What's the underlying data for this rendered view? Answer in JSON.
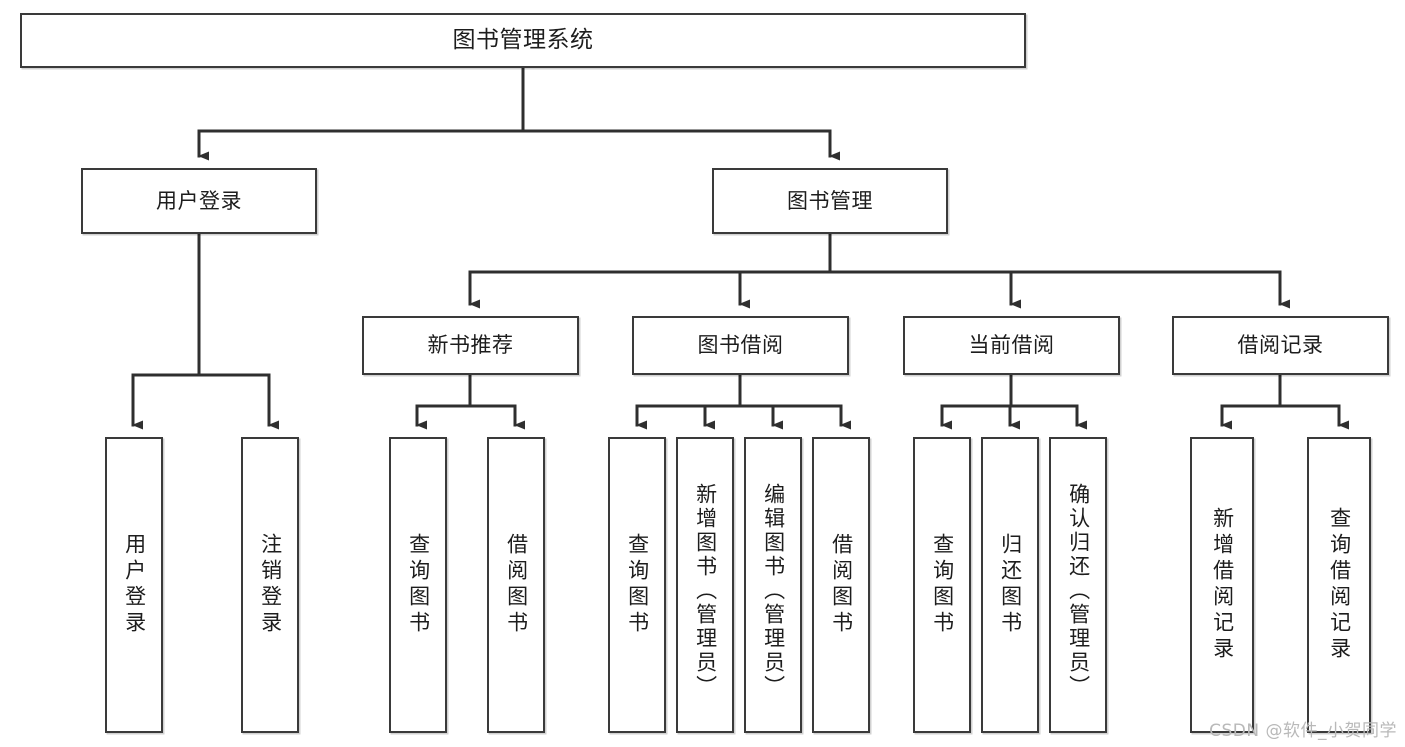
{
  "diagram": {
    "type": "tree",
    "title": "图书管理系统",
    "root": {
      "label": "图书管理系统"
    },
    "level2": [
      {
        "id": "user-login",
        "label": "用户登录"
      },
      {
        "id": "book-manage",
        "label": "图书管理"
      }
    ],
    "level3": [
      {
        "id": "new-book-rec",
        "label": "新书推荐"
      },
      {
        "id": "book-borrow",
        "label": "图书借阅"
      },
      {
        "id": "current-borrow",
        "label": "当前借阅"
      },
      {
        "id": "borrow-record",
        "label": "借阅记录"
      }
    ],
    "leaves": [
      {
        "id": "leaf-user-login",
        "parent": "user-login",
        "label": "用户登录"
      },
      {
        "id": "leaf-user-logout",
        "parent": "user-login",
        "label": "注销登录"
      },
      {
        "id": "leaf-query-book-rec",
        "parent": "new-book-rec",
        "label": "查询图书"
      },
      {
        "id": "leaf-borrow-book-rec",
        "parent": "new-book-rec",
        "label": "借阅图书"
      },
      {
        "id": "leaf-query-book-bb",
        "parent": "book-borrow",
        "label": "查询图书"
      },
      {
        "id": "leaf-add-book-bb",
        "parent": "book-borrow",
        "label": "新增图书（管理员）"
      },
      {
        "id": "leaf-edit-book-bb",
        "parent": "book-borrow",
        "label": "编辑图书（管理员）"
      },
      {
        "id": "leaf-borrow-book-bb",
        "parent": "book-borrow",
        "label": "借阅图书"
      },
      {
        "id": "leaf-query-book-cb",
        "parent": "current-borrow",
        "label": "查询图书"
      },
      {
        "id": "leaf-return-book-cb",
        "parent": "current-borrow",
        "label": "归还图书"
      },
      {
        "id": "leaf-confirm-return-cb",
        "parent": "current-borrow",
        "label": "确认归还（管理员）"
      },
      {
        "id": "leaf-add-record-br",
        "parent": "borrow-record",
        "label": "新增借阅记录"
      },
      {
        "id": "leaf-query-record-br",
        "parent": "borrow-record",
        "label": "查询借阅记录"
      }
    ]
  },
  "watermark": {
    "text": "CSDN @软件_小贺同学"
  },
  "colors": {
    "border": "#3a3a3a",
    "text": "#1d1d1d",
    "background": "#ffffff",
    "connector": "#2f2f2f",
    "watermark": "#b9b9b9"
  }
}
